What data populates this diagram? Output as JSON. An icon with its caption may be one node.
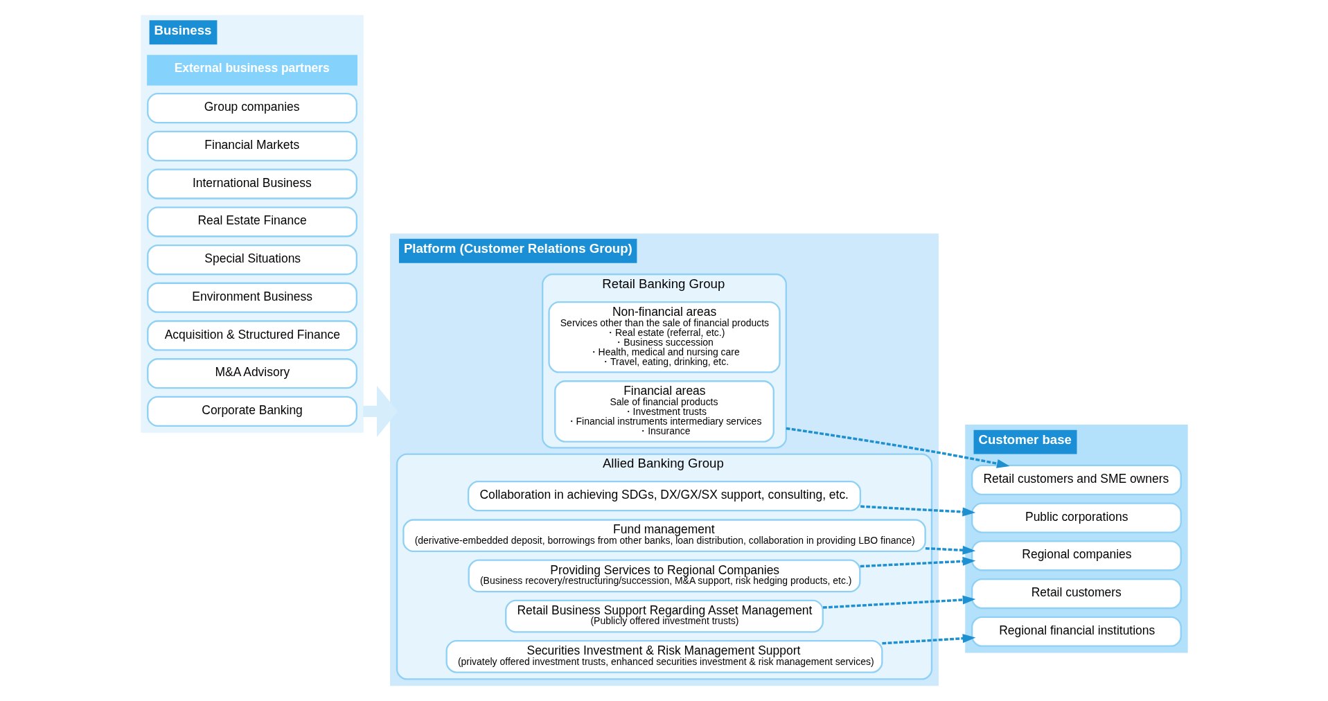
{
  "diagram": {
    "nodes": [
      {
        "text": [
          "Business"
        ]
      },
      {
        "text": [
          "Corporate Banking"
        ],
        "in": 0
      },
      {
        "text": [
          "M&A Advisory"
        ],
        "in": 0
      },
      {
        "text": [
          "Acquisition & Structured Finance"
        ],
        "in": 0
      },
      {
        "text": [
          "Environment Business"
        ],
        "in": 0
      },
      {
        "text": [
          "Special Situations"
        ],
        "in": 0
      },
      {
        "text": [
          "Real Estate Finance"
        ],
        "in": 0
      },
      {
        "text": [
          "International Business"
        ],
        "in": 0
      },
      {
        "text": [
          "Financial Markets"
        ],
        "in": 0
      },
      {
        "text": [
          "Group companies"
        ],
        "in": 0
      },
      {
        "text": [
          "External business partners"
        ],
        "in": 0
      },
      {
        "text": [
          "Platform (Customer Relations Group)"
        ]
      },
      {
        "text": [
          "Retail Banking Group"
        ],
        "in": 11
      },
      {
        "text": [
          "Financial areas",
          "Sale of financial products",
          "・Investment trusts",
          "・Financial instruments intermediary services",
          "・Insurance"
        ],
        "in": 12
      },
      {
        "text": [
          "Non-financial areas",
          "Services other than the sale of financial products",
          "・Real estate (referral, etc.)",
          "・Business succession",
          "・Health, medical and nursing care",
          "・Travel, eating, drinking, etc."
        ],
        "in": 12
      },
      {
        "text": [
          "Allied Banking Group"
        ],
        "in": 11
      },
      {
        "text": [
          "Securities Investment & Risk Management Support",
          "(privately offered investment trusts, enhanced securities investment & risk management services)"
        ],
        "in": 15
      },
      {
        "text": [
          "Retail Business Support Regarding Asset Management",
          "(Publicly offered investment trusts)"
        ],
        "in": 15
      },
      {
        "text": [
          "Providing Services to Regional Companies",
          "(Business recovery/restructuring/succession, M&A support, risk hedging products, etc.)"
        ],
        "in": 15
      },
      {
        "text": [
          "Fund management",
          "(derivative-embedded deposit, borrowings from other banks, loan distribution, collaboration in providing LBO finance)"
        ],
        "in": 15
      },
      {
        "text": [
          "Collaboration in achieving SDGs, DX/GX/SX support, consulting, etc."
        ],
        "in": 15
      },
      {
        "text": [
          "Customer base"
        ]
      },
      {
        "text": [
          "Retail customers and SME owners"
        ],
        "in": 21
      },
      {
        "text": [
          "Regional financial institutions"
        ],
        "in": 21
      },
      {
        "text": [
          "Retail customers"
        ],
        "in": 21
      },
      {
        "text": [
          "Regional companies"
        ],
        "in": 21
      },
      {
        "text": [
          "Public corporations"
        ],
        "in": 21
      }
    ],
    "edges": [
      {
        "from": 0,
        "to": 11,
        "arrow": "to",
        "style": "thick",
        "color": "#d6eefc"
      },
      {
        "from": 12,
        "to": 22,
        "arrow": "to",
        "style": "dashed"
      },
      {
        "from": 16,
        "to": 23,
        "arrow": "to",
        "style": "dashed"
      },
      {
        "from": 17,
        "to": 24,
        "arrow": "to",
        "style": "dashed"
      },
      {
        "from": 18,
        "to": 25,
        "arrow": "to",
        "style": "dashed"
      },
      {
        "from": 19,
        "to": 25,
        "arrow": "to",
        "style": "dashed"
      },
      {
        "from": 20,
        "to": 26,
        "arrow": "to",
        "style": "dashed"
      }
    ]
  }
}
